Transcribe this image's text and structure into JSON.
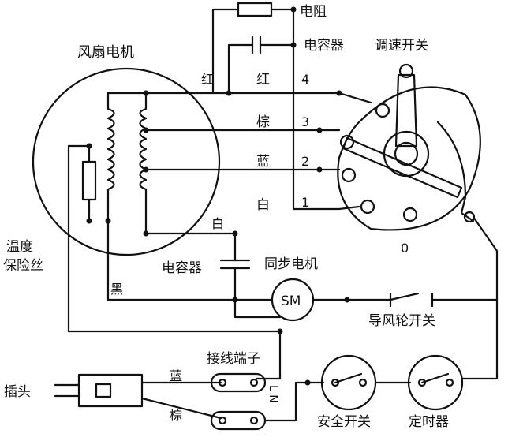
{
  "labels": {
    "fan_motor": "风扇电机",
    "resistor": "电阻",
    "capacitor_top": "电容器",
    "speed_switch": "调速开关",
    "red_left": "红",
    "red_right": "红",
    "brown_mid": "棕",
    "blue_mid": "蓝",
    "white_mid": "白",
    "num4": "4",
    "num3": "3",
    "num2": "2",
    "num1": "1",
    "zero": "0",
    "white_lower": "白",
    "temp_fuse": "温度\n保险丝",
    "temp_fuse_line1": "温度",
    "temp_fuse_line2": "保险丝",
    "capacitor_lower": "电容器",
    "sync_motor": "同步电机",
    "sm": "SM",
    "black": "黑",
    "guide_wheel_switch": "导风轮开关",
    "terminal_block": "接线端子",
    "blue_plug": "蓝",
    "brown_plug": "棕",
    "plug": "插头",
    "ln": "L N",
    "safety_switch": "安全开关",
    "timer": "定时器"
  },
  "colors": {
    "ink": "#111111",
    "background": "#ffffff"
  }
}
